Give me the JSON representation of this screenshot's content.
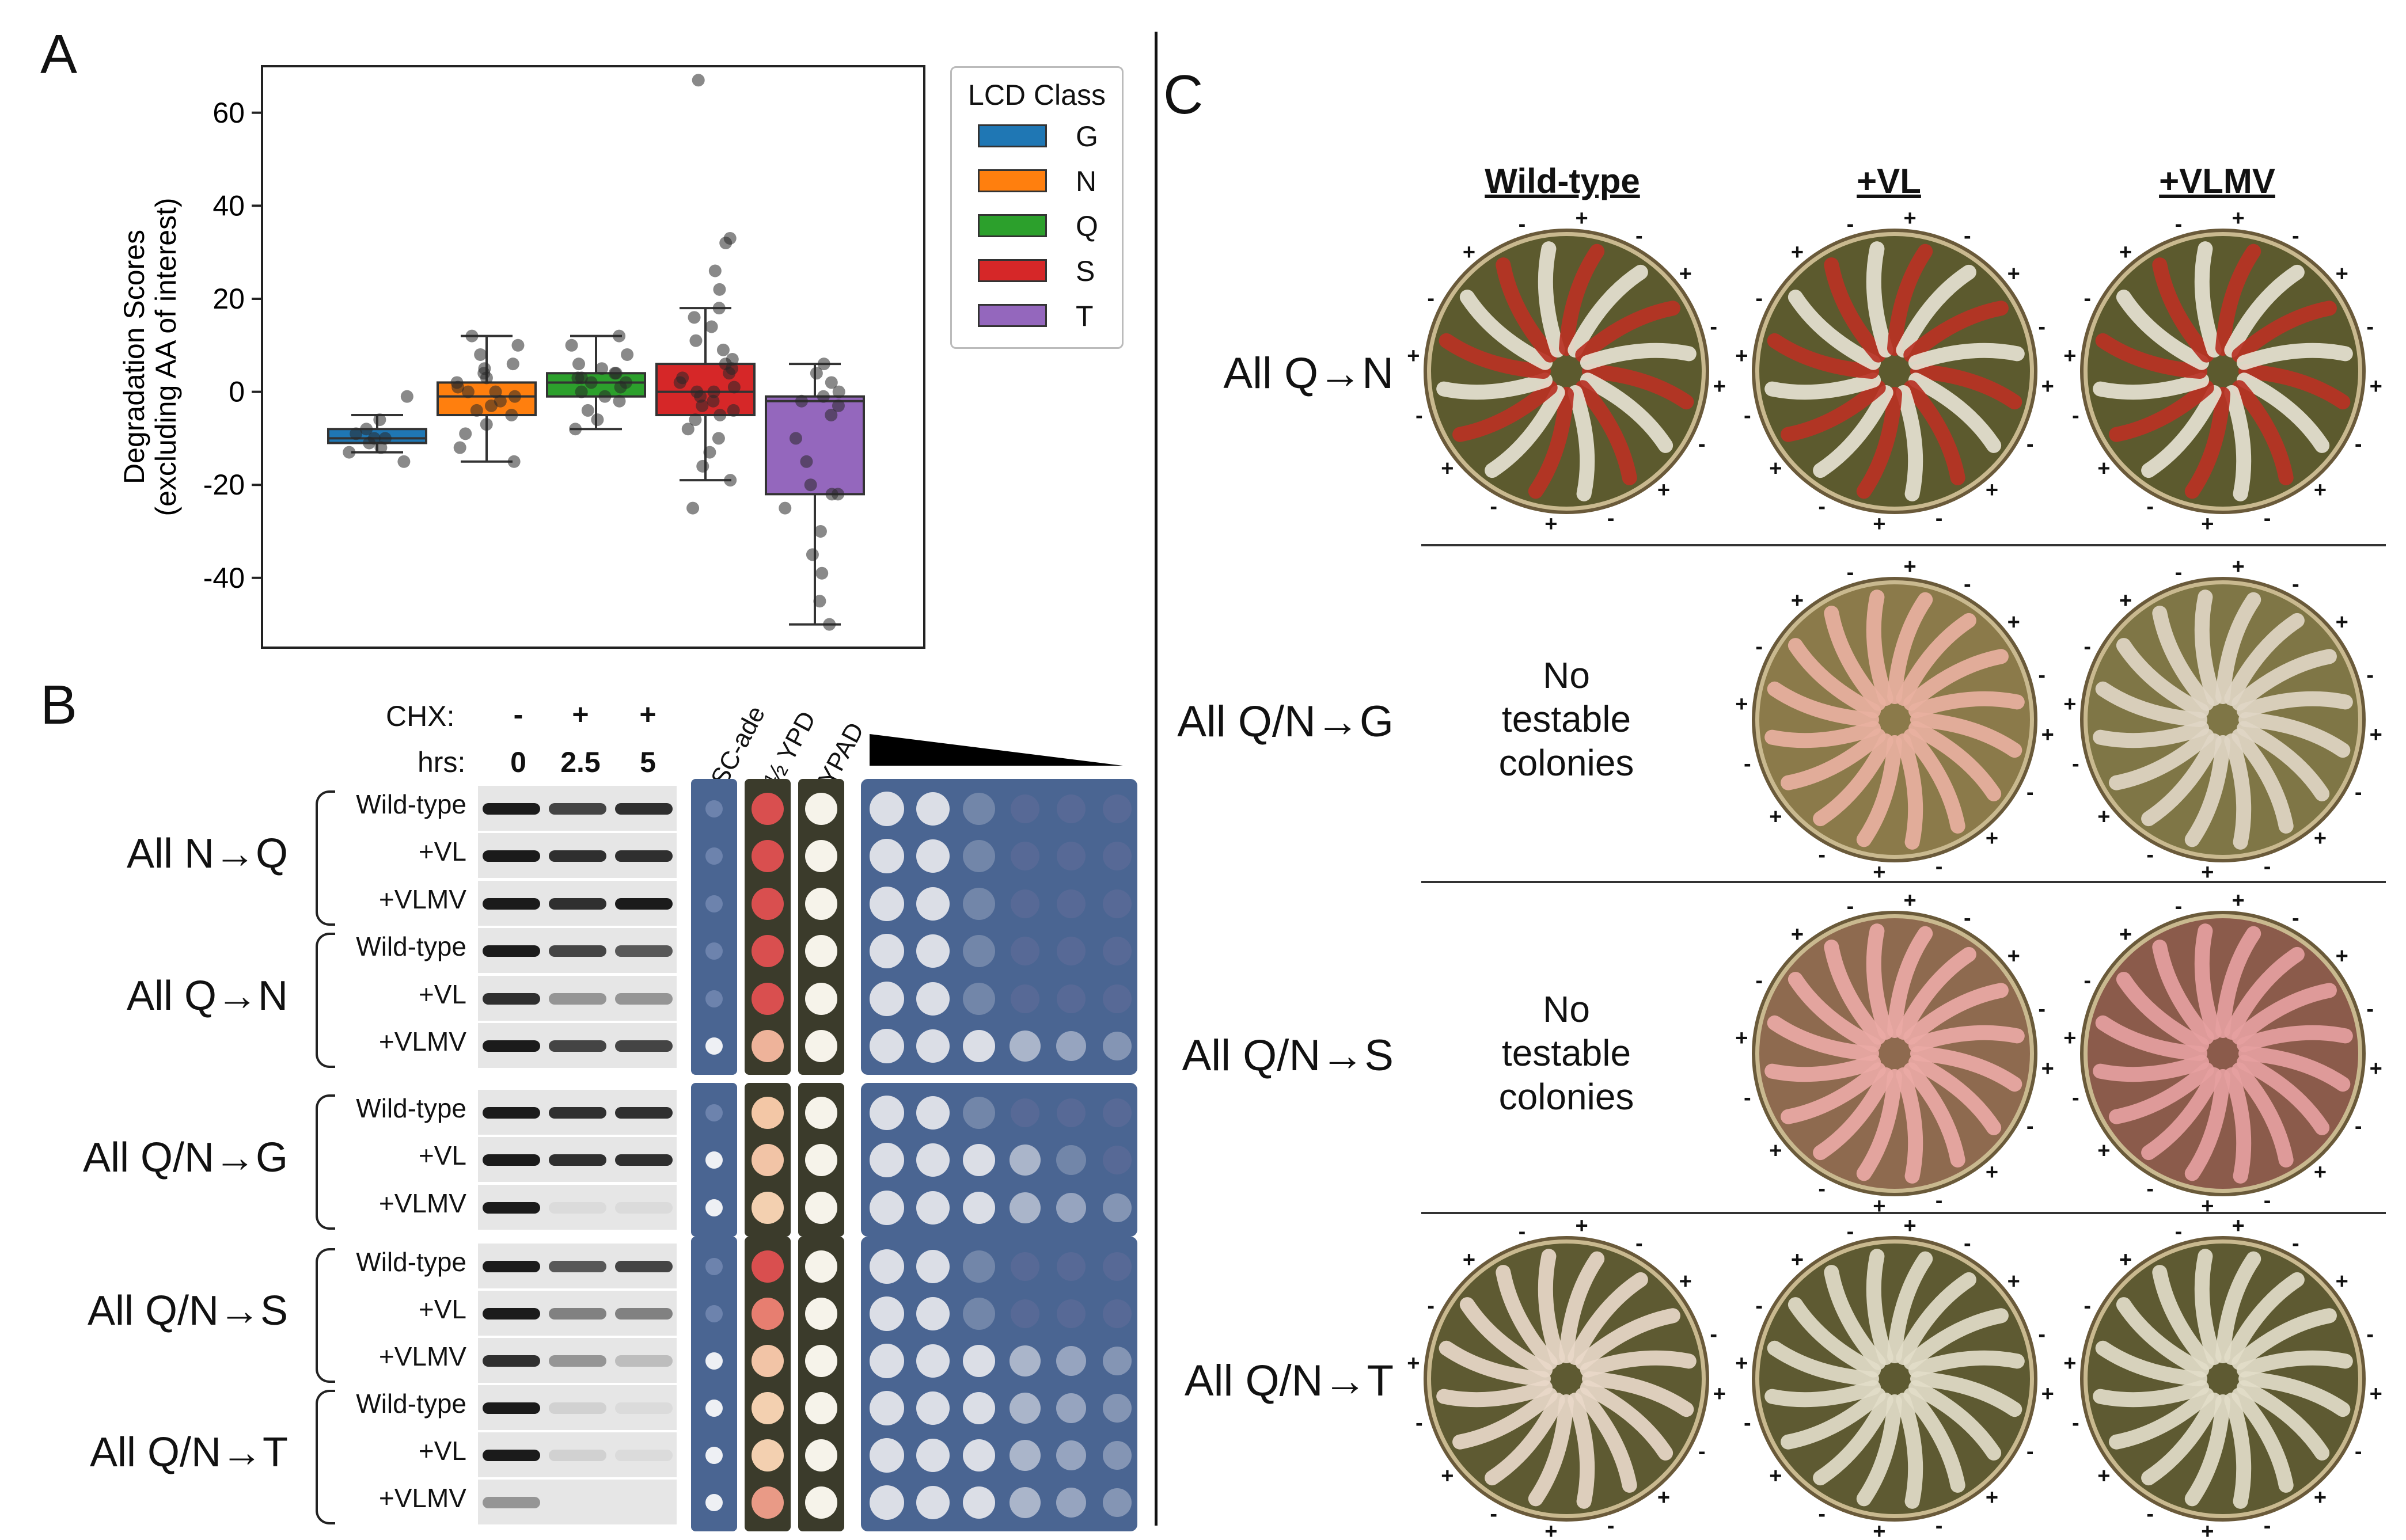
{
  "panels": {
    "a": "A",
    "b": "B",
    "c": "C"
  },
  "chart_data": {
    "type": "box",
    "ylabel": "Degradation Scores",
    "ylabel2": "(excluding AA of interest)",
    "ylim": [
      -55,
      70
    ],
    "yticks": [
      -40,
      -20,
      0,
      20,
      40,
      60
    ],
    "legend_title": "LCD Class",
    "legend_position": "top-right outside",
    "grid": false,
    "series": [
      {
        "name": "G",
        "color": "#1f77b4",
        "q1": -11,
        "median": -10,
        "q3": -8,
        "whisker_low": -13,
        "whisker_high": -5,
        "points": [
          -15,
          -13,
          -12,
          -11,
          -10,
          -10,
          -9,
          -8,
          -6,
          -1
        ]
      },
      {
        "name": "N",
        "color": "#ff7f0e",
        "q1": -5,
        "median": -1,
        "q3": 2,
        "whisker_low": -15,
        "whisker_high": 12,
        "points": [
          -15,
          -12,
          -9,
          -7,
          -5,
          -4,
          -3,
          -2,
          -1,
          0,
          0,
          1,
          2,
          3,
          4,
          5,
          6,
          8,
          10,
          12
        ]
      },
      {
        "name": "Q",
        "color": "#2ca02c",
        "q1": -1,
        "median": 2,
        "q3": 4,
        "whisker_low": -8,
        "whisker_high": 12,
        "points": [
          -8,
          -6,
          -4,
          -2,
          -1,
          0,
          1,
          2,
          2,
          3,
          3,
          4,
          4,
          5,
          6,
          8,
          10,
          12
        ]
      },
      {
        "name": "S",
        "color": "#d62728",
        "q1": -5,
        "median": 0,
        "q3": 6,
        "whisker_low": -19,
        "whisker_high": 18,
        "points": [
          -25,
          -19,
          -16,
          -13,
          -10,
          -8,
          -6,
          -5,
          -4,
          -3,
          -2,
          -1,
          0,
          0,
          1,
          2,
          3,
          4,
          5,
          6,
          7,
          9,
          11,
          14,
          16,
          18,
          22,
          26,
          32,
          33,
          67
        ]
      },
      {
        "name": "T",
        "color": "#9467bd",
        "q1": -22,
        "median": -2,
        "q3": -1,
        "whisker_low": -50,
        "whisker_high": 6,
        "points": [
          -50,
          -45,
          -39,
          -35,
          -30,
          -25,
          -22,
          -22,
          -20,
          -15,
          -10,
          -5,
          -3,
          -2,
          -1,
          0,
          2,
          4,
          6
        ]
      }
    ]
  },
  "panel_b": {
    "header": {
      "chx_label": "CHX:",
      "hrs_label": "hrs:",
      "chx": [
        "-",
        "+",
        "+"
      ],
      "hrs": [
        "0",
        "2.5",
        "5"
      ]
    },
    "plate_headers": [
      "SC-ade",
      "½ YPD",
      "YPAD"
    ],
    "groups": [
      {
        "label": "All N→Q",
        "rows": [
          "Wild-type",
          "+VL",
          "+VLMV"
        ]
      },
      {
        "label": "All Q→N",
        "rows": [
          "Wild-type",
          "+VL",
          "+VLMV"
        ]
      },
      {
        "label": "All Q/N→G",
        "rows": [
          "Wild-type",
          "+VL",
          "+VLMV"
        ]
      },
      {
        "label": "All Q/N→S",
        "rows": [
          "Wild-type",
          "+VL",
          "+VLMV"
        ]
      },
      {
        "label": "All Q/N→T",
        "rows": [
          "Wild-type",
          "+VL",
          "+VLMV"
        ]
      }
    ]
  },
  "panel_c": {
    "columns": [
      "Wild-type",
      "+VL",
      "+VLMV"
    ],
    "rows": [
      {
        "label": "All Q→N",
        "cells": [
          "plate",
          "plate",
          "plate"
        ]
      },
      {
        "label": "All Q/N→G",
        "cells": [
          "none",
          "plate",
          "plate"
        ]
      },
      {
        "label": "All Q/N→S",
        "cells": [
          "none",
          "plate",
          "plate"
        ]
      },
      {
        "label": "All Q/N→T",
        "cells": [
          "plate",
          "plate",
          "plate"
        ]
      }
    ],
    "no_colonies_text": "No testable colonies",
    "no_colonies_lines": [
      "No",
      "testable",
      "colonies"
    ]
  }
}
